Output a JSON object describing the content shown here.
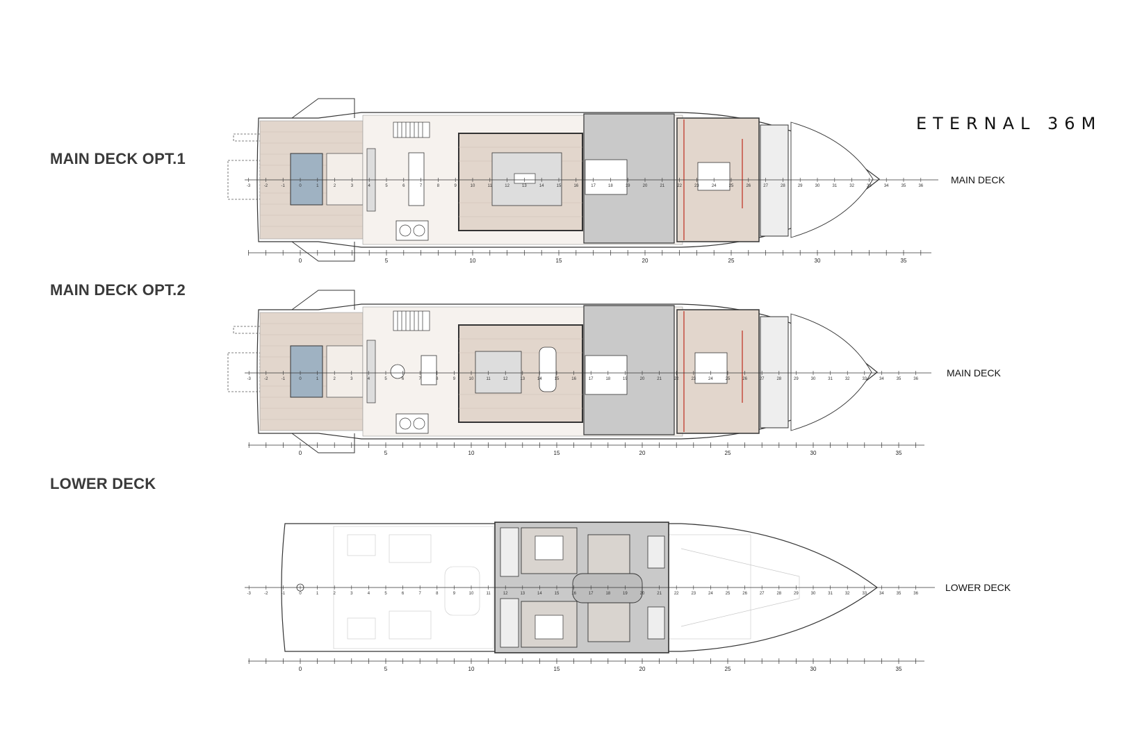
{
  "brand": {
    "name": "ETERNAL 36M"
  },
  "decks": [
    {
      "id": "main1",
      "title": "MAIN DECK OPT.1",
      "axis_label": "MAIN DECK",
      "ruler_ticks": [
        "0",
        "5",
        "10",
        "15",
        "20",
        "25",
        "30",
        "35"
      ],
      "centerline_numbers": [
        "-3",
        "-2",
        "-1",
        "0",
        "1",
        "2",
        "3",
        "4",
        "5",
        "6",
        "7",
        "8",
        "9",
        "10",
        "11",
        "12",
        "13",
        "14",
        "15",
        "16",
        "17",
        "18",
        "19",
        "20",
        "21",
        "22",
        "23",
        "24",
        "25",
        "26",
        "27",
        "28",
        "29",
        "30",
        "31",
        "32",
        "33",
        "34",
        "35",
        "36"
      ]
    },
    {
      "id": "main2",
      "title": "MAIN DECK OPT.2",
      "axis_label": "MAIN DECK",
      "ruler_ticks": [
        "0",
        "5",
        "10",
        "15",
        "20",
        "25",
        "30",
        "35"
      ],
      "centerline_numbers": [
        "-3",
        "-2",
        "-1",
        "0",
        "1",
        "2",
        "3",
        "4",
        "5",
        "6",
        "7",
        "8",
        "9",
        "10",
        "11",
        "12",
        "13",
        "14",
        "15",
        "16",
        "17",
        "18",
        "19",
        "20",
        "21",
        "22",
        "23",
        "24",
        "25",
        "26",
        "27",
        "28",
        "29",
        "30",
        "31",
        "32",
        "33",
        "34",
        "35",
        "36"
      ]
    },
    {
      "id": "lower",
      "title": "LOWER DECK",
      "axis_label": "LOWER DECK",
      "ruler_ticks": [
        "0",
        "5",
        "10",
        "15",
        "20",
        "25",
        "30",
        "35"
      ],
      "centerline_numbers": [
        "-3",
        "-2",
        "-1",
        "0",
        "1",
        "2",
        "3",
        "4",
        "5",
        "6",
        "7",
        "8",
        "9",
        "10",
        "11",
        "12",
        "13",
        "14",
        "15",
        "16",
        "17",
        "18",
        "19",
        "20",
        "21",
        "22",
        "23",
        "24",
        "25",
        "26",
        "27",
        "28",
        "29",
        "30",
        "31",
        "32",
        "33",
        "34",
        "35",
        "36"
      ]
    }
  ],
  "colors": {
    "teak": "#e2d6cc",
    "teak_line": "#cdbfb3",
    "pool": "#9fb2c2",
    "service": "#c9c9c9",
    "cabin_wall": "#7a7a7a",
    "accent_red": "#c0392b"
  }
}
